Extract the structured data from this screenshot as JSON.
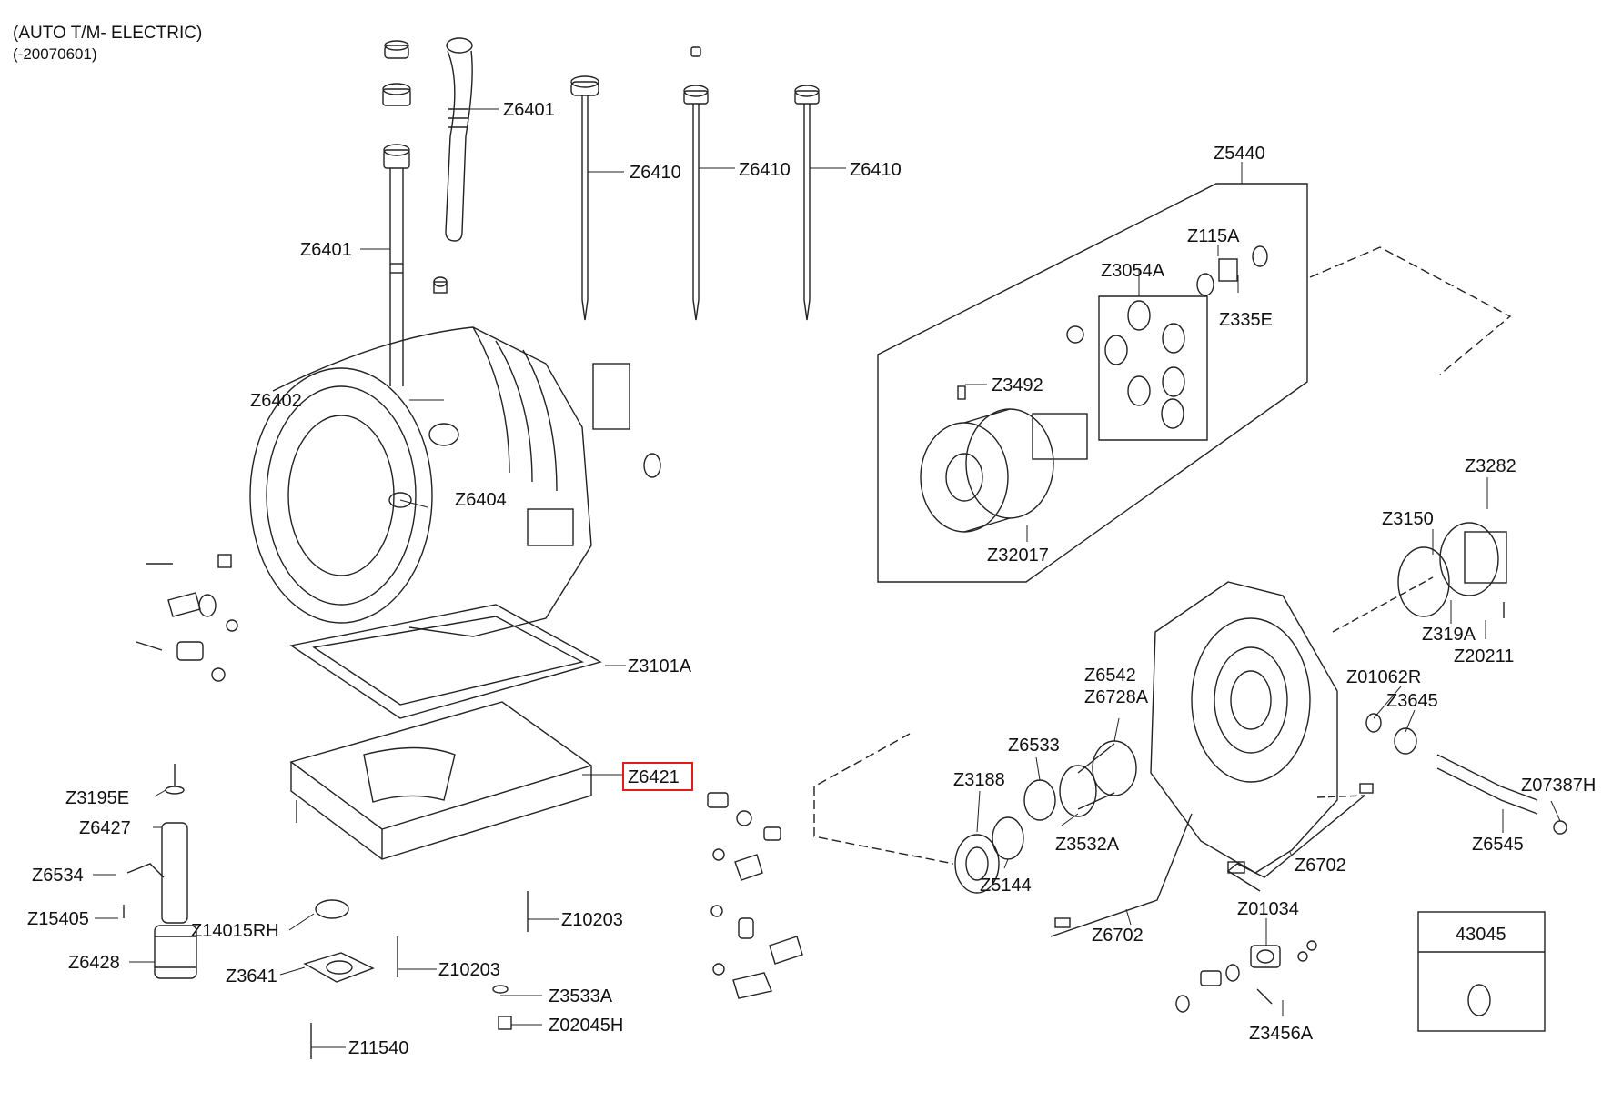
{
  "header": {
    "line1": "(AUTO T/M- ELECTRIC)",
    "line2": "(-20070601)"
  },
  "selected_part": "Z6421",
  "callouts": {
    "Z6401_a": "Z6401",
    "Z6401_b": "Z6401",
    "Z6410_a": "Z6410",
    "Z6410_b": "Z6410",
    "Z6410_c": "Z6410",
    "Z6402": "Z6402",
    "Z6404": "Z6404",
    "Z3101A": "Z3101A",
    "Z6421": "Z6421",
    "Z3195E": "Z3195E",
    "Z6427": "Z6427",
    "Z6534": "Z6534",
    "Z15405": "Z15405",
    "Z14015RH": "Z14015RH",
    "Z6428": "Z6428",
    "Z3641": "Z3641",
    "Z11540": "Z11540",
    "Z10203_a": "Z10203",
    "Z10203_b": "Z10203",
    "Z3533A": "Z3533A",
    "Z02045H": "Z02045H",
    "Z5440": "Z5440",
    "Z115A": "Z115A",
    "Z3054A": "Z3054A",
    "Z335E": "Z335E",
    "Z3492": "Z3492",
    "Z32017": "Z32017",
    "Z3282": "Z3282",
    "Z3150": "Z3150",
    "Z319A": "Z319A",
    "Z20211": "Z20211",
    "Z01062R": "Z01062R",
    "Z3645": "Z3645",
    "Z07387H": "Z07387H",
    "Z6545": "Z6545",
    "Z6542": "Z6542",
    "Z6728A": "Z6728A",
    "Z6533": "Z6533",
    "Z3188": "Z3188",
    "Z3532A": "Z3532A",
    "Z5144": "Z5144",
    "Z6702_a": "Z6702",
    "Z6702_b": "Z6702",
    "Z01034": "Z01034",
    "Z3456A": "Z3456A",
    "kit_43045": "43045"
  },
  "colors": {
    "line": "#222222",
    "highlight": "#e31b1b",
    "background": "#ffffff"
  }
}
